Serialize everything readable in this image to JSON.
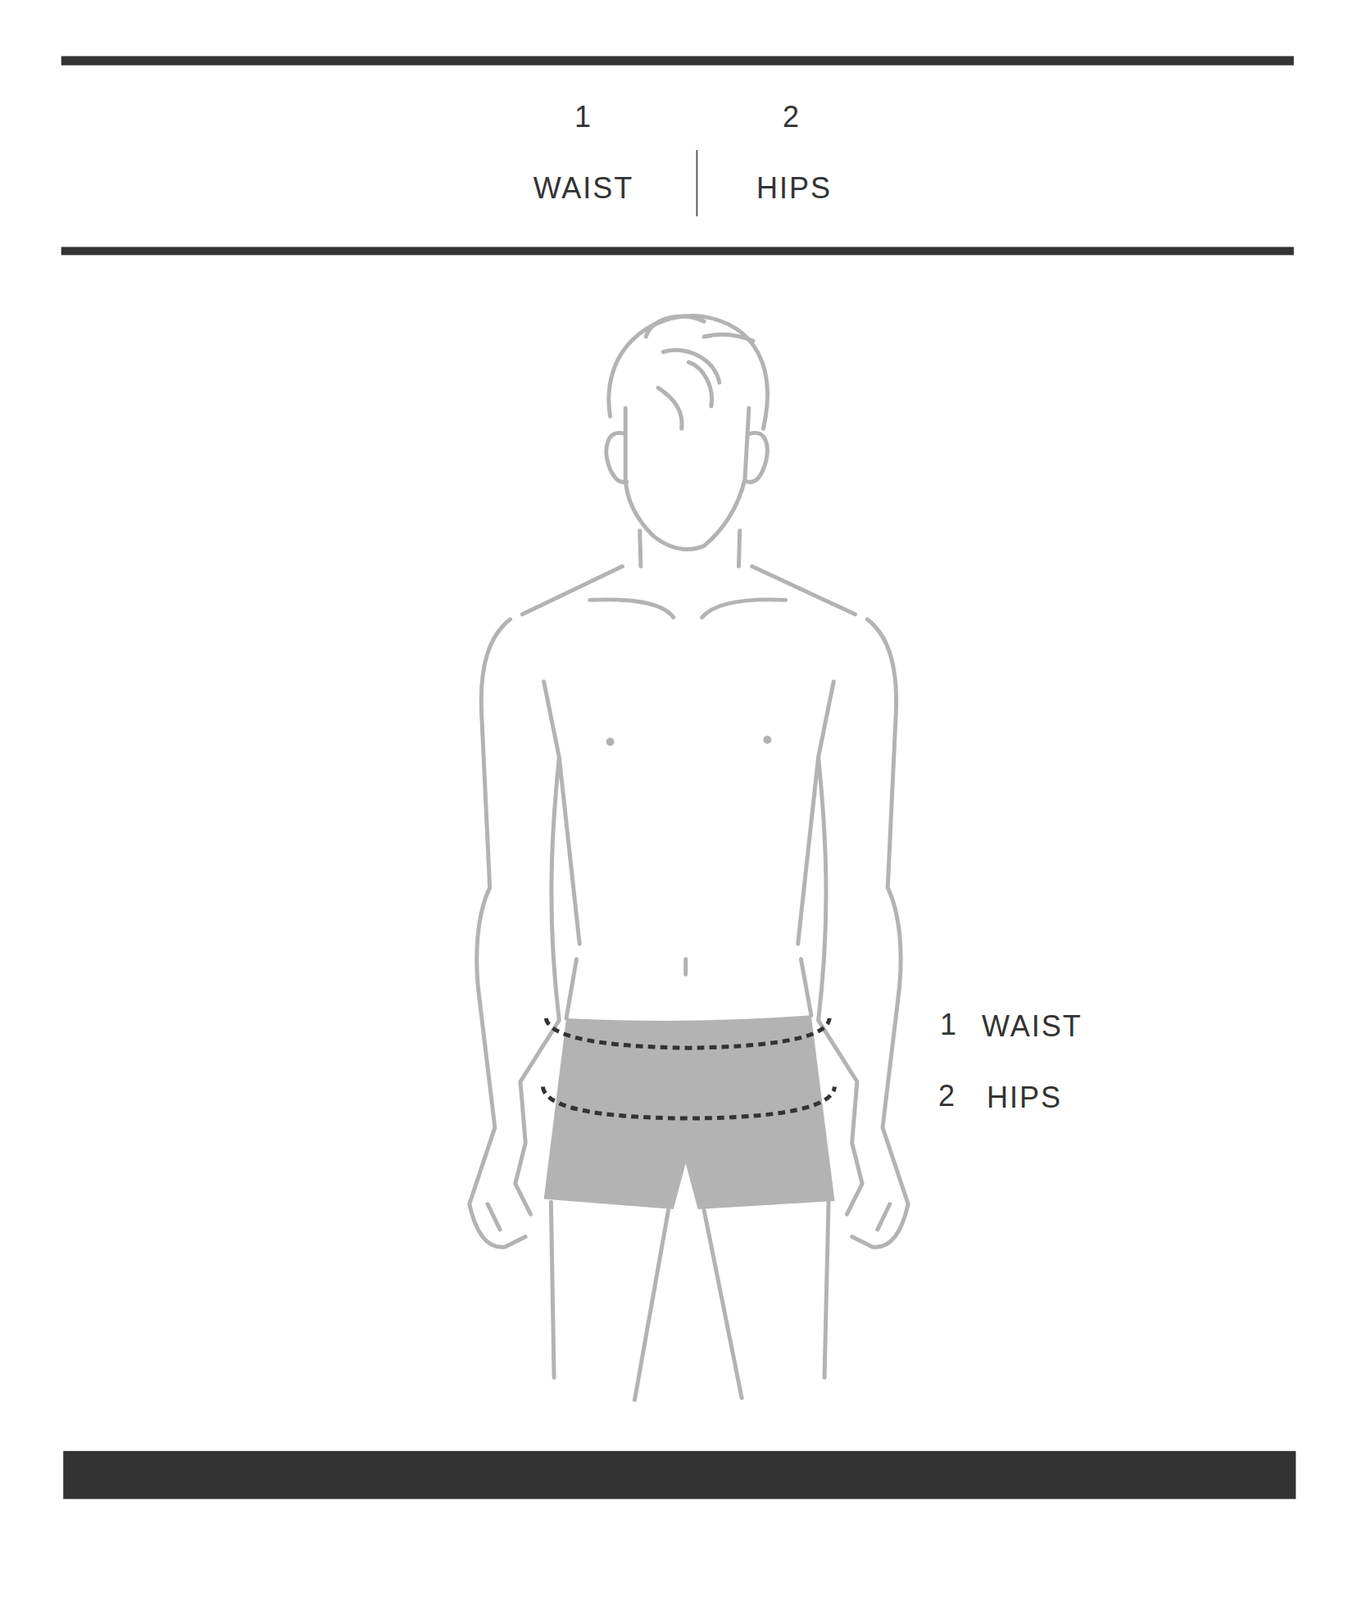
{
  "diagram": {
    "labels": [
      "1",
      "WAIST",
      "2",
      "HIPS",
      "1",
      "WAIST",
      "2",
      "HIPS"
    ]
  }
}
